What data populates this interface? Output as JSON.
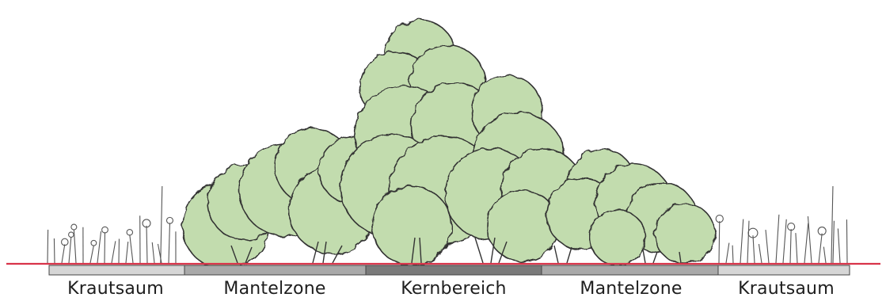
{
  "zones": [
    {
      "label": "Krautsaum",
      "bar_color": "#d6d6d6"
    },
    {
      "label": "Mantelzone",
      "bar_color": "#a9a9a9"
    },
    {
      "label": "Kernbereich",
      "bar_color": "#7a7a7a"
    },
    {
      "label": "Mantelzone",
      "bar_color": "#a9a9a9"
    },
    {
      "label": "Krautsaum",
      "bar_color": "#d6d6d6"
    }
  ],
  "colors": {
    "foliage": "#c2dcae",
    "foliage_outline": "#333333",
    "ground_line": "#d9344a",
    "herb": "#555555"
  }
}
